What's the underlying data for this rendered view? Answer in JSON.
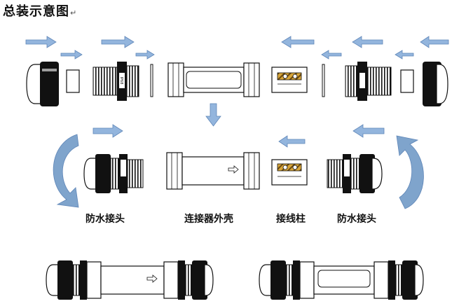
{
  "title": "总装示意图",
  "title_mark": "↵",
  "labels": {
    "waterproof_left": "防水接头",
    "connector_shell": "连接器外壳",
    "terminal_post": "接线柱",
    "waterproof_right": "防水接头"
  },
  "thread_badge": "IP68",
  "colors": {
    "arrow_fill": "#93b5dd",
    "arrow_stroke": "#5f86b8",
    "curved_arrow": "#7fa4cc",
    "part_black": "#111111"
  }
}
